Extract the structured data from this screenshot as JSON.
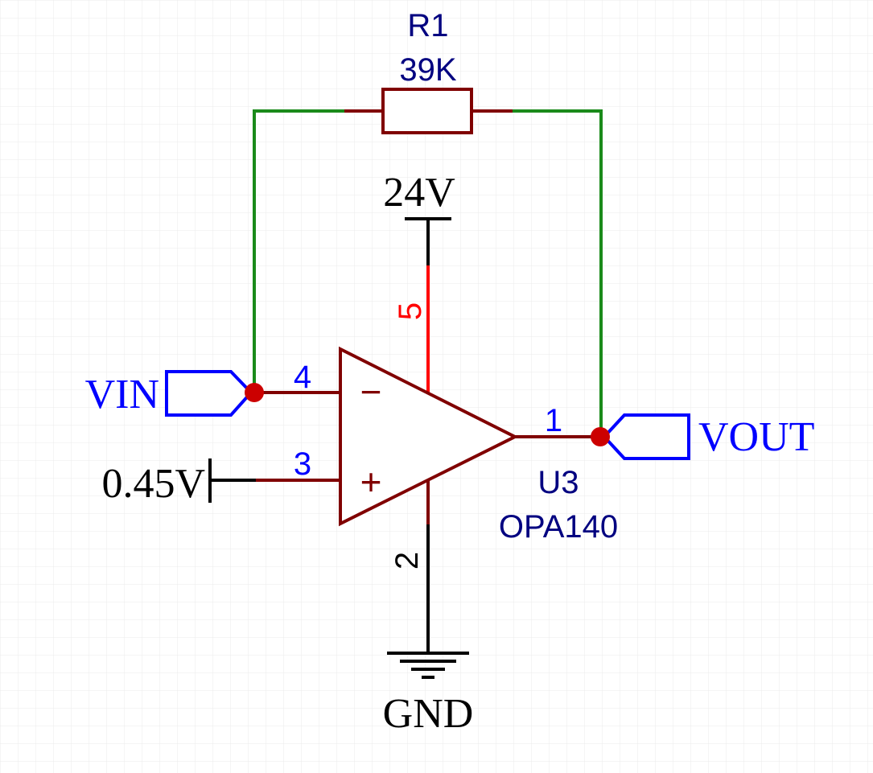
{
  "resistor": {
    "designator": "R1",
    "value": "39K"
  },
  "opamp": {
    "designator": "U3",
    "part": "OPA140",
    "minus_sign": "−",
    "plus_sign": "+"
  },
  "pins": {
    "p1": "1",
    "p2": "2",
    "p3": "3",
    "p4": "4",
    "p5": "5"
  },
  "power": {
    "supply": "24V",
    "reference": "0.45V",
    "ground": "GND"
  },
  "ports": {
    "input": "VIN",
    "output": "VOUT"
  },
  "colors": {
    "wire": "#1a8a1a",
    "component": "#800000",
    "pin_live": "#ff0000",
    "junction": "#cc0000",
    "net_label": "#0000ff",
    "designator": "#000080",
    "power_text": "#000000",
    "grid": "#ebebeb"
  }
}
